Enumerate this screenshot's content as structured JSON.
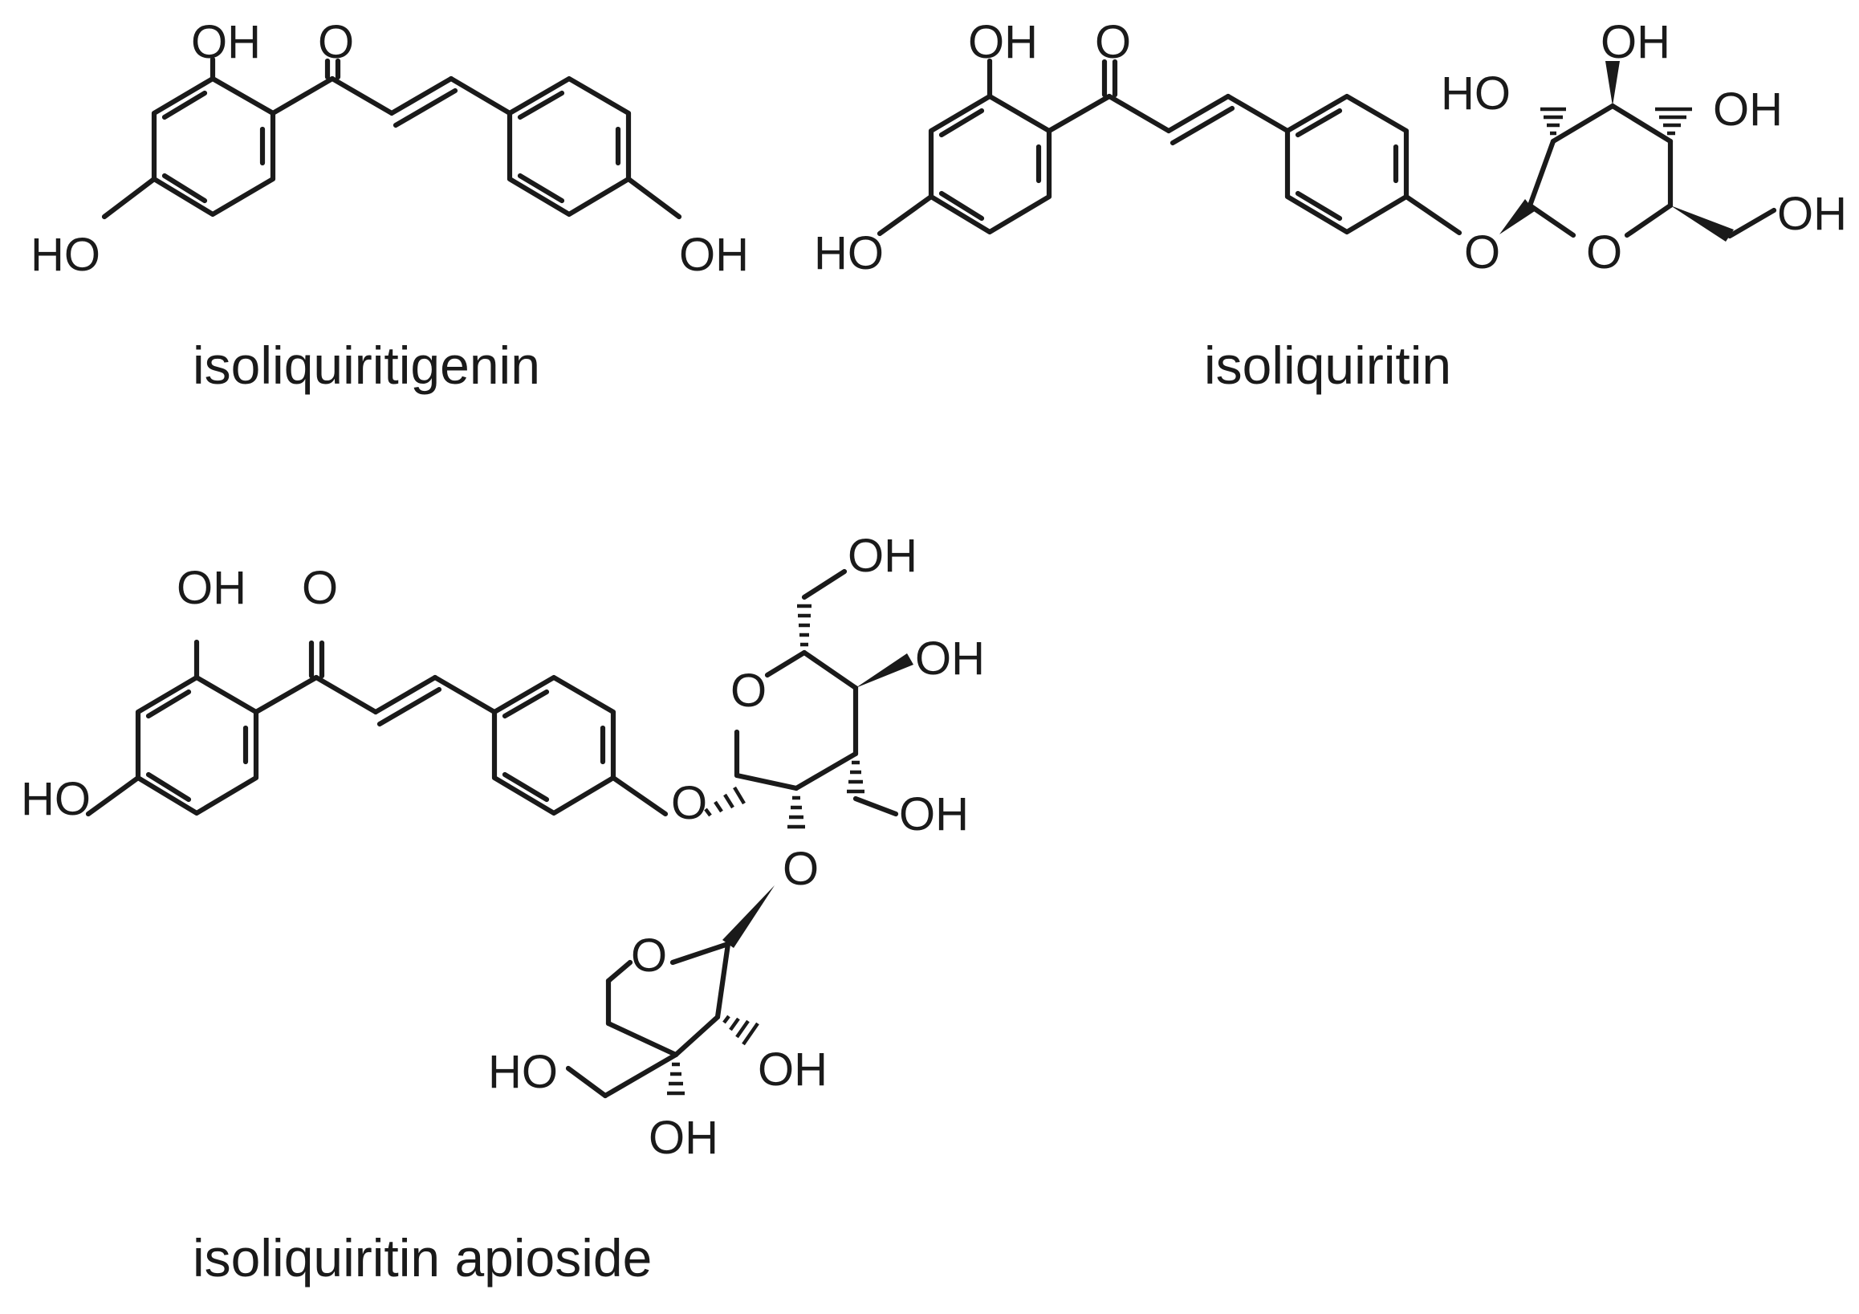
{
  "compounds": [
    {
      "name": "isoliquiritigenin",
      "labels": {
        "oh_top": "OH",
        "carbonyl_o": "O",
        "ho_left": "HO",
        "oh_right": "OH"
      }
    },
    {
      "name": "isoliquiritin",
      "labels": {
        "oh_top": "OH",
        "carbonyl_o": "O",
        "ho_left": "HO",
        "glycosidic_o": "O",
        "ring_o": "O",
        "ho_c2": "HO",
        "oh_c3": "OH",
        "oh_c4": "OH",
        "oh_c6": "OH"
      }
    },
    {
      "name": "isoliquiritin apioside",
      "labels": {
        "oh_top": "OH",
        "carbonyl_o": "O",
        "ho_left": "HO",
        "glycosidic_o": "O",
        "ring_o": "O",
        "oh_c6": "OH",
        "oh_c4": "OH",
        "oh_c3": "OH",
        "link_o": "O",
        "furan_o": "O",
        "ho_ch2": "HO",
        "oh_c2": "OH",
        "oh_c3f": "OH"
      }
    }
  ]
}
